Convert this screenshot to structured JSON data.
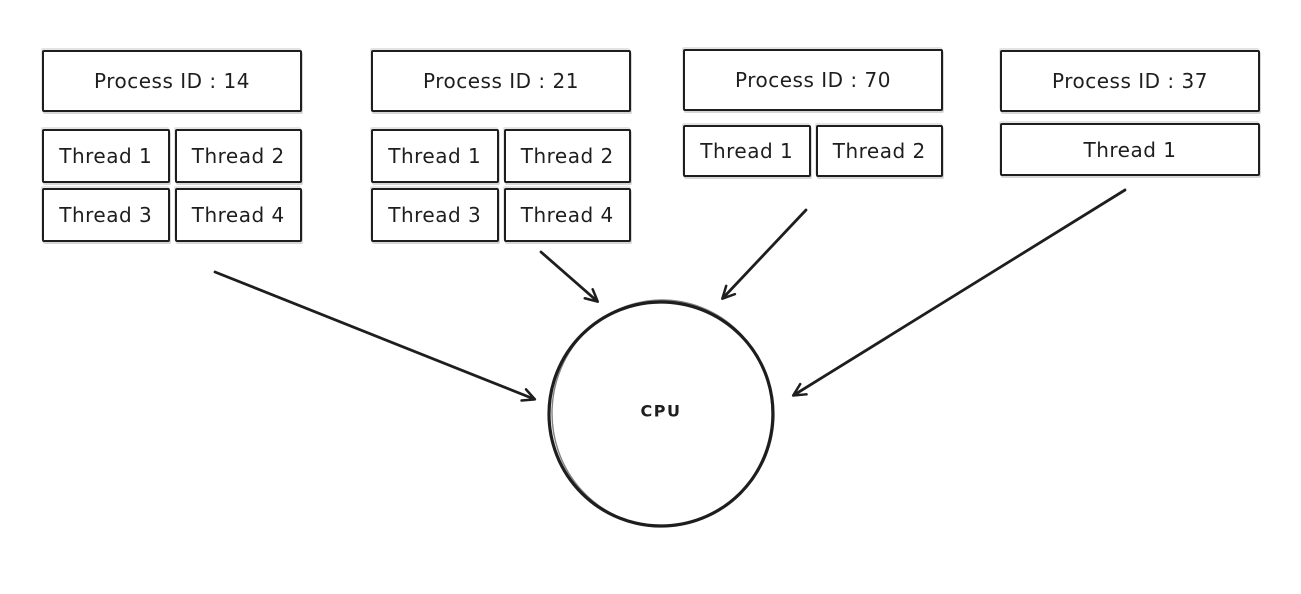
{
  "canvas": {
    "background": "#ffffff",
    "stroke_color": "#1e1e1e"
  },
  "cpu": {
    "label": "CPU"
  },
  "processes": [
    {
      "label": "Process ID : 14",
      "threads": [
        "Thread 1",
        "Thread 2",
        "Thread 3",
        "Thread 4"
      ]
    },
    {
      "label": "Process ID : 21",
      "threads": [
        "Thread 1",
        "Thread 2",
        "Thread 3",
        "Thread 4"
      ]
    },
    {
      "label": "Process ID : 70",
      "threads": [
        "Thread 1",
        "Thread 2"
      ]
    },
    {
      "label": "Process ID : 37",
      "threads": [
        "Thread 1"
      ]
    }
  ],
  "arrows": [
    {
      "from": "Process ID : 14",
      "to": "CPU"
    },
    {
      "from": "Process ID : 21",
      "to": "CPU"
    },
    {
      "from": "Process ID : 70",
      "to": "CPU"
    },
    {
      "from": "Process ID : 37",
      "to": "CPU"
    }
  ]
}
